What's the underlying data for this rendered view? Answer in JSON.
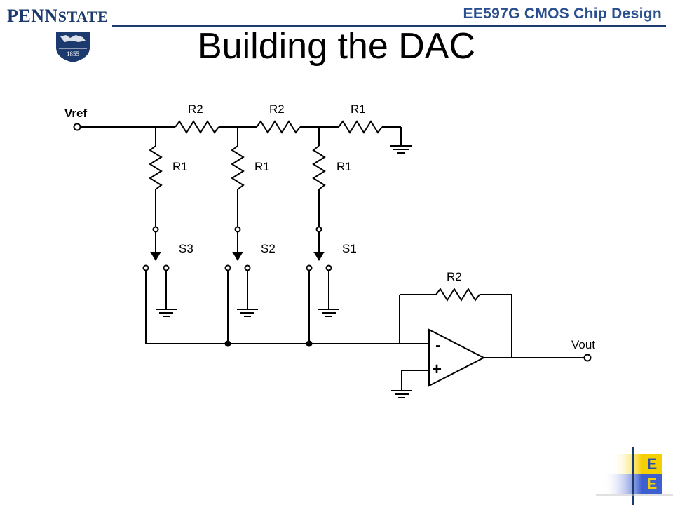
{
  "header": {
    "logo_penn": "PENN",
    "logo_state": "STATE",
    "shield_year": "1855",
    "course_title": "EE597G CMOS Chip Design"
  },
  "slide": {
    "title": "Building the DAC"
  },
  "circuit": {
    "vref_label": "Vref",
    "vout_label": "Vout",
    "series_resistors": [
      "R2",
      "R2",
      "R1"
    ],
    "shunt_resistors": [
      "R1",
      "R1",
      "R1"
    ],
    "switches": [
      "S3",
      "S2",
      "S1"
    ],
    "feedback_resistor": "R2",
    "opamp_minus": "-",
    "opamp_plus": "+"
  },
  "corner_logo": {
    "letters": [
      "E",
      "E"
    ]
  },
  "colors": {
    "brand_navy": "#1c3a6e",
    "course_blue": "#2a4f8e",
    "corner_yellow": "#f5d000",
    "corner_blue": "#3d5fd0"
  }
}
